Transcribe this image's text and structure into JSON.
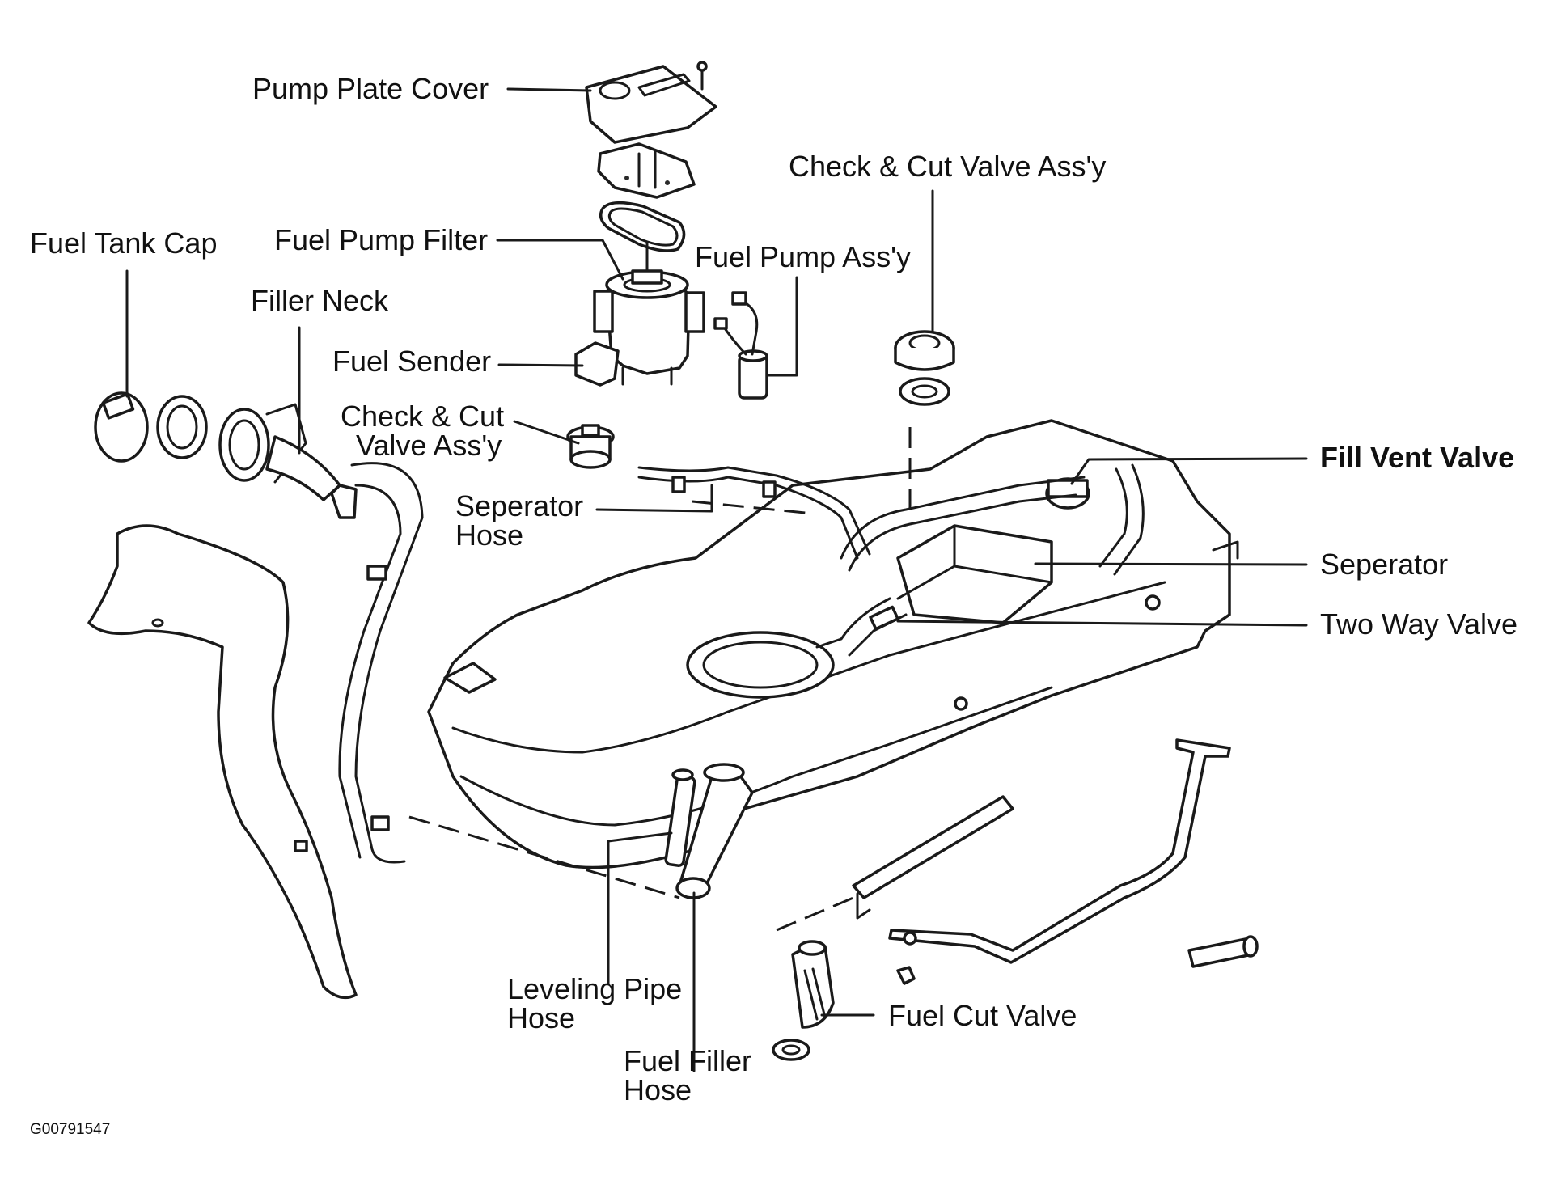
{
  "diagram": {
    "labels": {
      "pump_plate_cover": "Pump Plate Cover",
      "check_cut_valve_top": "Check & Cut Valve Ass'y",
      "fuel_tank_cap": "Fuel Tank Cap",
      "fuel_pump_filter": "Fuel Pump Filter",
      "fuel_pump_assy": "Fuel Pump Ass'y",
      "filler_neck": "Filler Neck",
      "fuel_sender": "Fuel Sender",
      "check_cut_valve_mid_line1": "Check & Cut",
      "check_cut_valve_mid_line2": "Valve Ass'y",
      "fill_vent_valve": "Fill Vent Valve",
      "seperator_hose_line1": "Seperator",
      "seperator_hose_line2": "Hose",
      "seperator": "Seperator",
      "two_way_valve": "Two Way Valve",
      "leveling_pipe_hose_line1": "Leveling Pipe",
      "leveling_pipe_hose_line2": "Hose",
      "fuel_cut_valve": "Fuel Cut Valve",
      "fuel_filler_hose_line1": "Fuel Filler",
      "fuel_filler_hose_line2": "Hose"
    },
    "figure_id": "G00791547"
  }
}
